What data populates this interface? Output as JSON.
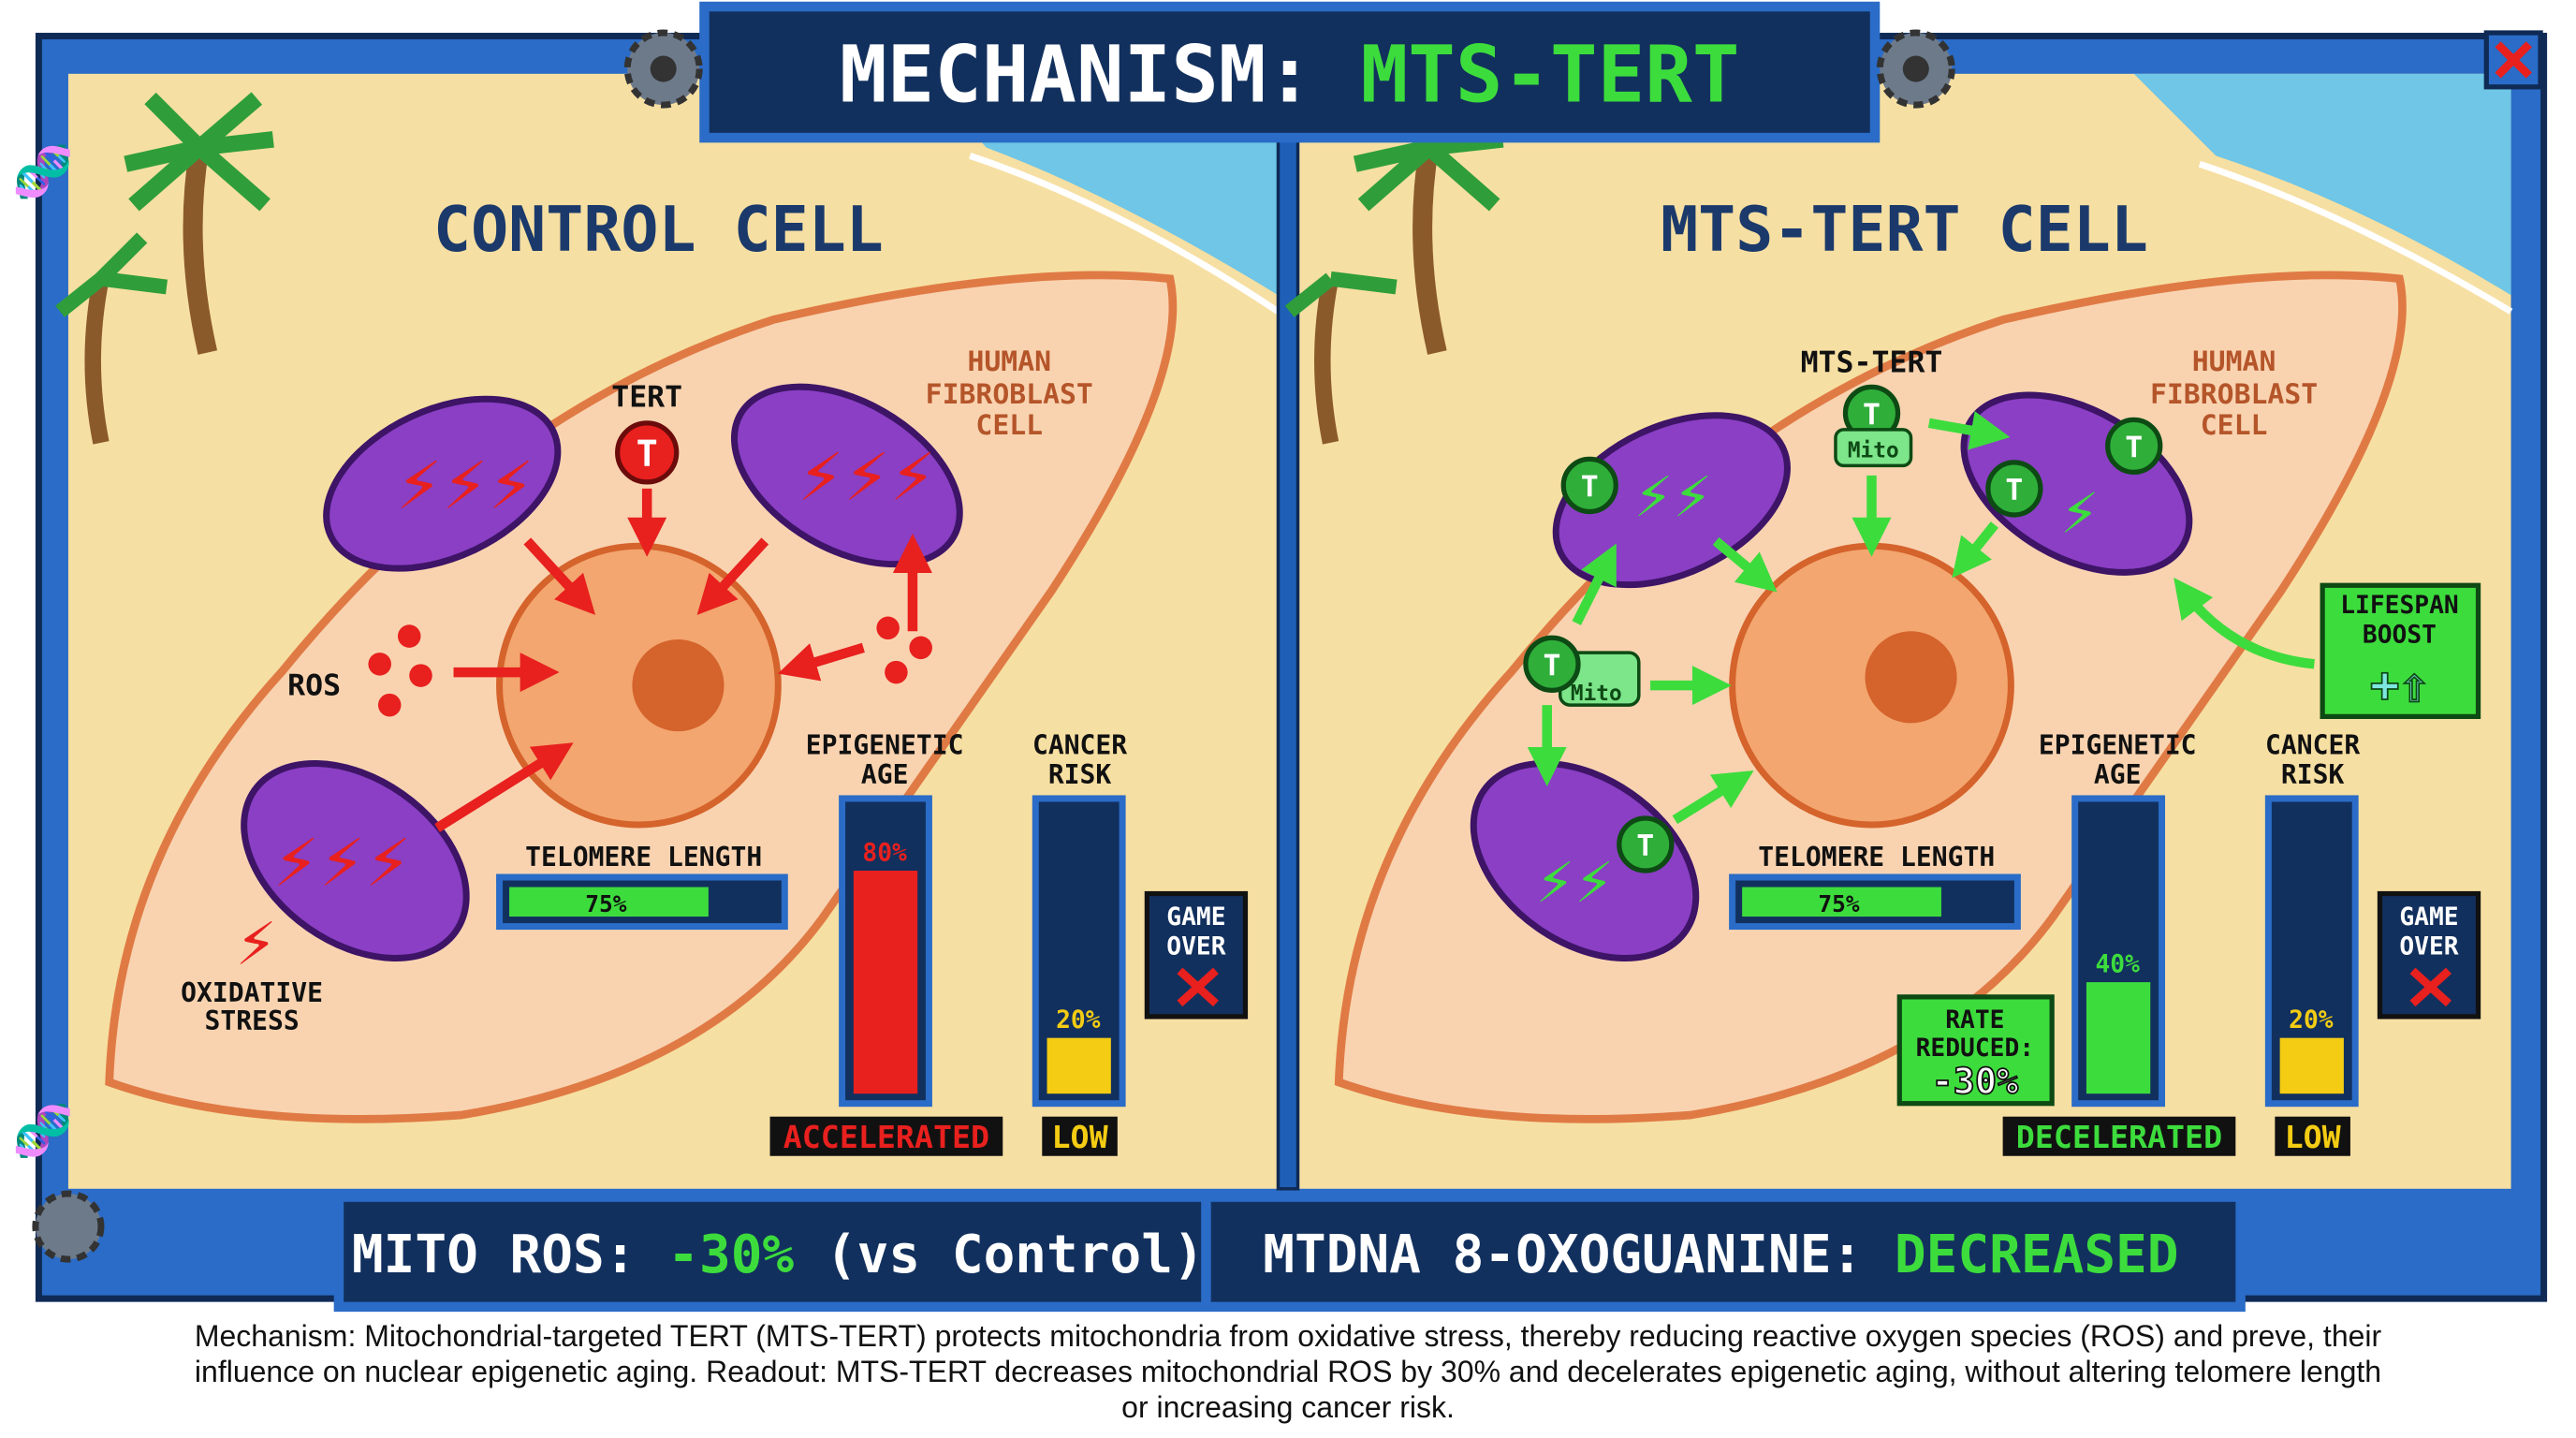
{
  "title": {
    "prefix": "MECHANISM:",
    "highlight": "MTS-TERT"
  },
  "colors": {
    "frame": "#1f5fb8",
    "navy": "#12305e",
    "green": "#3ddc3d",
    "red": "#e8201e",
    "yellow": "#f3cc13",
    "sand": "#f6dfa2",
    "cell": "#f9d3b0",
    "nucleus": "#f3a66f",
    "mito": "#8a3fc4"
  },
  "control": {
    "title": "CONTROL CELL",
    "tert_label": "TERT",
    "tert_icon": "T",
    "ros_label": "ROS",
    "oxidative_stress": [
      "OXIDATIVE",
      "STRESS"
    ],
    "cell_label": [
      "HUMAN",
      "FIBROBLAST",
      "CELL"
    ],
    "telomere_label": "TELOMERE LENGTH",
    "telomere_value": "75%",
    "telomere_fraction": 0.75,
    "epigenetic_label": [
      "EPIGENETIC",
      "AGE"
    ],
    "epigenetic_value": "80%",
    "epigenetic_fraction": 0.8,
    "epigenetic_status": "ACCELERATED",
    "cancer_label": [
      "CANCER",
      "RISK"
    ],
    "cancer_value": "20%",
    "cancer_fraction": 0.2,
    "cancer_status": "LOW",
    "game_over": [
      "GAME",
      "OVER"
    ]
  },
  "mts": {
    "title": "MTS-TERT CELL",
    "mts_tert_label": "MTS-TERT",
    "tert_icon": "T",
    "mito_tag": "Mito",
    "cell_label": [
      "HUMAN",
      "FIBROBLAST",
      "CELL"
    ],
    "telomere_label": "TELOMERE LENGTH",
    "telomere_value": "75%",
    "telomere_fraction": 0.75,
    "epigenetic_label": [
      "EPIGENETIC",
      "AGE"
    ],
    "epigenetic_value": "40%",
    "epigenetic_fraction": 0.4,
    "epigenetic_status": "DECELERATED",
    "cancer_label": [
      "CANCER",
      "RISK"
    ],
    "cancer_value": "20%",
    "cancer_fraction": 0.2,
    "cancer_status": "LOW",
    "game_over": [
      "GAME",
      "OVER"
    ],
    "rate_reduced": [
      "RATE",
      "REDUCED:",
      "-30%"
    ],
    "lifespan": [
      "LIFESPAN",
      "BOOST"
    ]
  },
  "readout": {
    "left_label": "MITO ROS:",
    "left_value": "-30%",
    "left_suffix": "(vs Control)",
    "right_label": "MTDNA 8-OXOGUANINE:",
    "right_value": "DECREASED"
  },
  "caption": "Mechanism: Mitochondrial-targeted TERT (MTS-TERT) protects mitochondria from oxidative stress, thereby reducing reactive oxygen species (ROS) and preve, their influence on nuclear epigenetic aging. Readout: MTS-TERT decreases mitochondrial ROS by 30% and decelerates epigenetic aging, without altering telomere length or increasing cancer risk."
}
